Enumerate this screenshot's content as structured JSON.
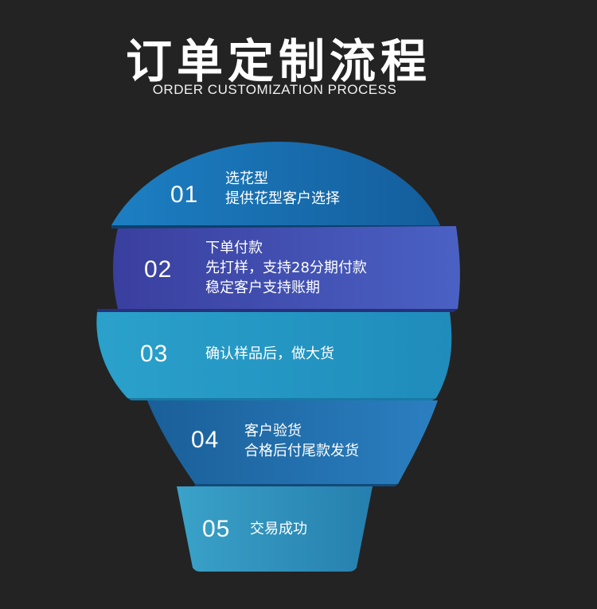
{
  "header": {
    "title": "订单定制流程",
    "subtitle": "ORDER CUSTOMIZATION PROCESS"
  },
  "steps": [
    {
      "number": "01",
      "lines": [
        "选花型",
        "提供花型客户选择"
      ],
      "color": "#1d6fb3"
    },
    {
      "number": "02",
      "lines": [
        "下单付款",
        "先打样，支持28分期付款",
        "稳定客户支持账期"
      ],
      "color": "#3a4aa8"
    },
    {
      "number": "03",
      "lines": [
        "确认样品后，做大货"
      ],
      "color": "#2a9cc8"
    },
    {
      "number": "04",
      "lines": [
        "客户验货",
        "合格后付尾款发货"
      ],
      "color": "#1c6fa8"
    },
    {
      "number": "05",
      "lines": [
        "交易成功"
      ],
      "color": "#2f8fb6"
    }
  ]
}
